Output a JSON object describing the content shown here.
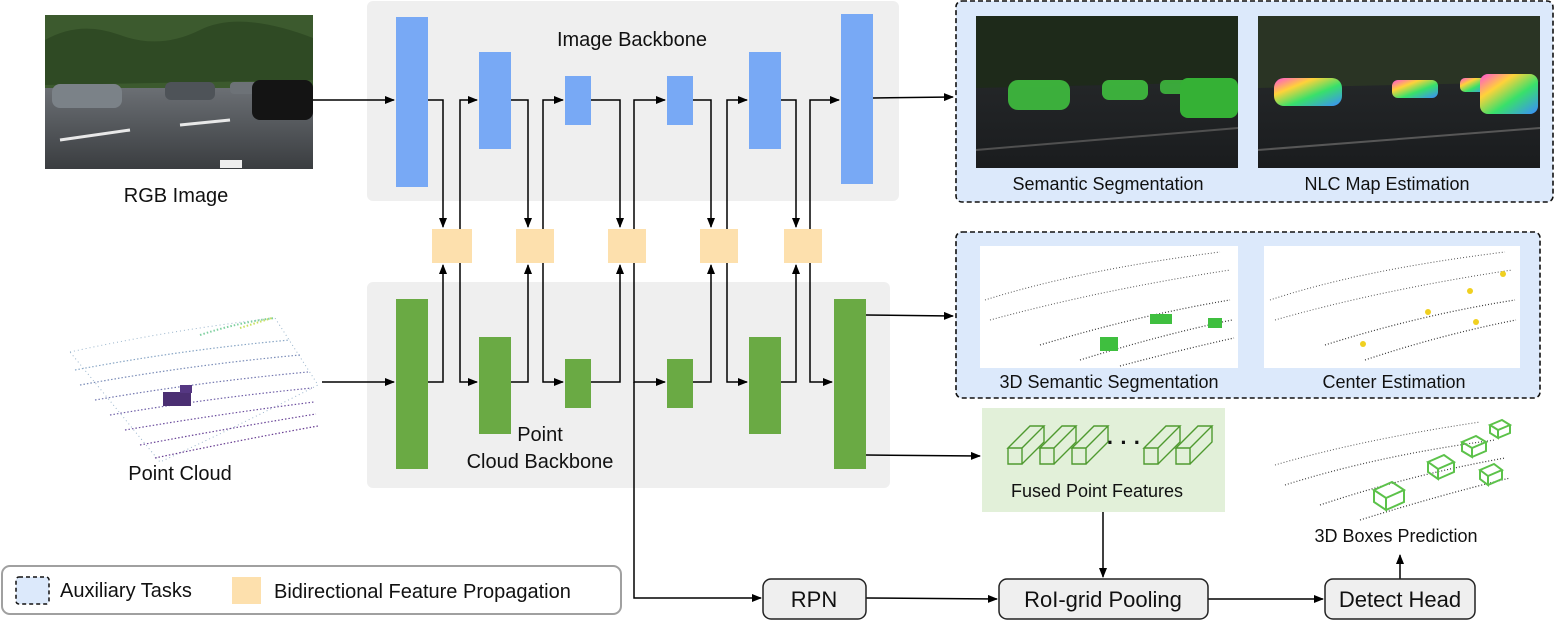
{
  "labels": {
    "rgb_image": "RGB Image",
    "point_cloud": "Point Cloud",
    "image_backbone": "Image Backbone",
    "point_backbone_line1": "Point",
    "point_backbone_line2": "Cloud Backbone",
    "semantic_segmentation": "Semantic Segmentation",
    "nlc_map_estimation": "NLC Map Estimation",
    "semantic_segmentation_3d": "3D Semantic Segmentation",
    "center_estimation": "Center Estimation",
    "fused_point_features": "Fused Point Features",
    "feature_ellipsis": "· · ·",
    "boxes_prediction": "3D Boxes Prediction",
    "rpn": "RPN",
    "roi_grid_pooling": "RoI-grid Pooling",
    "detect_head": "Detect Head"
  },
  "legend": {
    "auxiliary_tasks": "Auxiliary Tasks",
    "bidirectional_feature_propagation": "Bidirectional Feature Propagation"
  },
  "colors": {
    "image_layer": "#78a9f5",
    "point_layer": "#6aaa44",
    "fusion_block": "#fde0ad",
    "backbone_panel": "#efefef",
    "auxiliary_panel": "#dce9fb",
    "fused_panel": "#e2f0d9",
    "box_green": "#5cc24a"
  }
}
